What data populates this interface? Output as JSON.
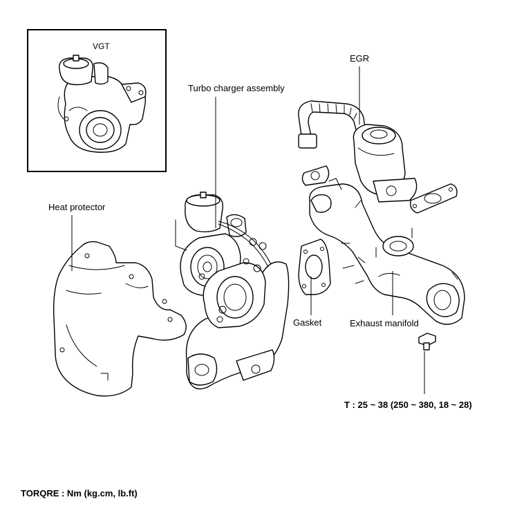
{
  "labels": {
    "vgt": "VGT",
    "egr": "EGR",
    "turbo_charger_assembly": "Turbo charger assembly",
    "heat_protector": "Heat protector",
    "gasket": "Gasket",
    "exhaust_manifold": "Exhaust manifold",
    "torque_spec": "T : 25 ~ 38 (250 ~ 380, 18 ~ 28)",
    "torque_units": "TORQRE : Nm (kg.cm, lb.ft)"
  }
}
